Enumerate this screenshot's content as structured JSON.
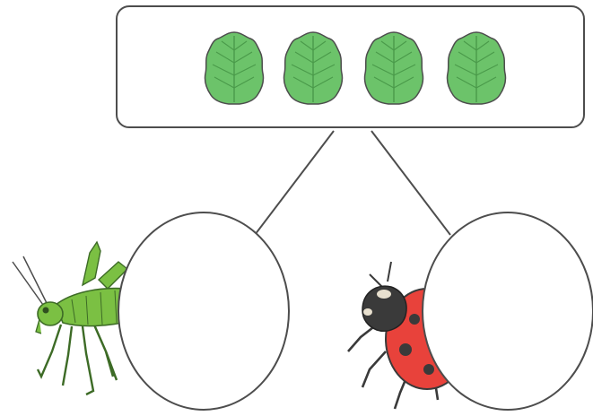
{
  "diagram": {
    "type": "part-whole bond",
    "whole_box": {
      "content": "leaves",
      "leaf_count": 4,
      "leaf_color": "#6cc36a"
    },
    "parts": [
      {
        "name": "left-part",
        "value": "",
        "creature": "grasshopper"
      },
      {
        "name": "right-part",
        "value": "",
        "creature": "ladybird"
      }
    ],
    "colors": {
      "outline": "#4d4d4d",
      "leaf_fill": "#6cc36a",
      "leaf_vein": "#4a9a4a",
      "grasshopper": "#7bc043",
      "ladybird_red": "#e8423b",
      "ladybird_black": "#3a3a3a"
    }
  }
}
